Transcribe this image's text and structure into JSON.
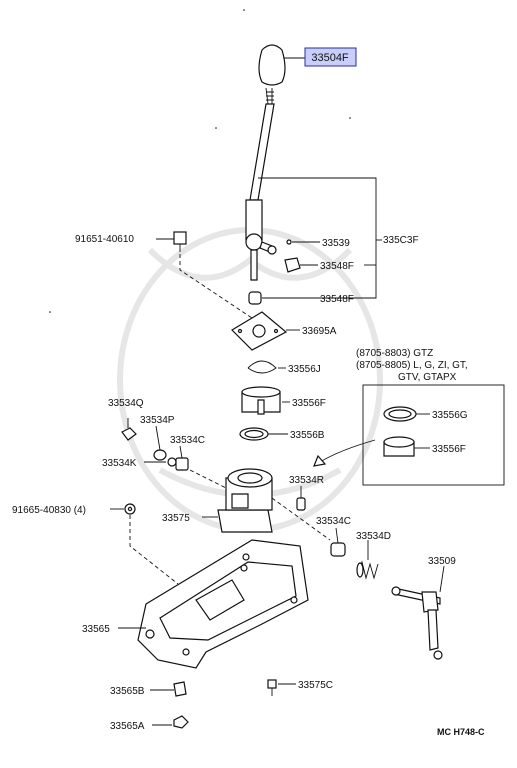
{
  "highlighted_part": "33504F",
  "labels": {
    "p33504F": "33504F",
    "p33539": "33539",
    "p335C3F": "335C3F",
    "p33548F_a": "33548F",
    "p33548F_b": "33548F",
    "p33695A": "33695A",
    "p33556J": "33556J",
    "p33556F": "33556F",
    "p33556B": "33556B",
    "p91651": "91651-40610",
    "p33534Q": "33534Q",
    "p33534P": "33534P",
    "p33534C_a": "33534C",
    "p33534K": "33534K",
    "p33534R": "33534R",
    "p91665": "91665-40830 (4)",
    "p33575": "33575",
    "p33534C_b": "33534C",
    "p33534D": "33534D",
    "p33509": "33509",
    "p33565": "33565",
    "p33565B": "33565B",
    "p33575C": "33575C",
    "p33565A": "33565A",
    "p33556G": "33556G",
    "p33556F_box": "33556F"
  },
  "inset_note": {
    "line1": "(8705-8803) GTZ",
    "line2": "(8705-8805) L, G, ZI, GT,",
    "line3": "GTV, GTAPX"
  },
  "diagram_code": "MC H748-C",
  "colors": {
    "highlight_fill": "#c8cdfa",
    "highlight_stroke": "#2a2f9e",
    "ink": "#111111"
  }
}
